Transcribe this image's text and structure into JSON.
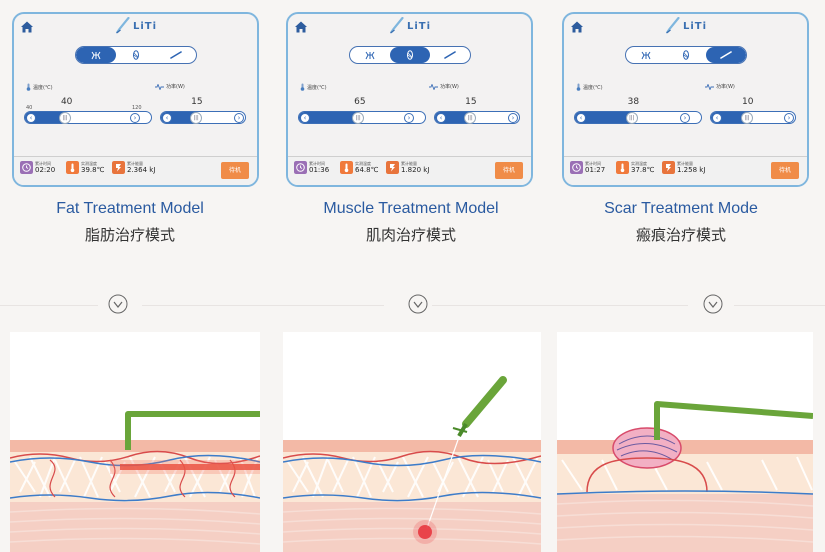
{
  "brand": "LiTi",
  "panels": [
    {
      "active_mode": 0,
      "temp_label": "温度(℃)",
      "power_label": "功率(W)",
      "temp_value": "40",
      "temp_min": "40",
      "temp_max": "120",
      "temp_fill": 0.32,
      "power_value": "15",
      "power_fill": 0.42,
      "time_label": "累计时间",
      "time_value": "02:20",
      "actual_label": "实测温度",
      "actual_value": "39.8℃",
      "energy_label": "累计能量",
      "energy_value": "2.364 kJ",
      "standby": "待机"
    },
    {
      "active_mode": 1,
      "temp_label": "温度(℃)",
      "power_label": "功率(W)",
      "temp_value": "65",
      "temp_fill": 0.47,
      "power_value": "15",
      "power_fill": 0.42,
      "time_label": "累计时间",
      "time_value": "01:36",
      "actual_label": "实测温度",
      "actual_value": "64.8℃",
      "energy_label": "累计能量",
      "energy_value": "1.820 kJ",
      "standby": "待机"
    },
    {
      "active_mode": 2,
      "temp_label": "温度(℃)",
      "power_label": "功率(W)",
      "temp_value": "38",
      "temp_fill": 0.45,
      "power_value": "10",
      "power_fill": 0.43,
      "time_label": "累计时间",
      "time_value": "01:27",
      "actual_label": "实测温度",
      "actual_value": "37.8℃",
      "energy_label": "累计能量",
      "energy_value": "1.258 kJ",
      "standby": "待机"
    }
  ],
  "captions": [
    {
      "en": "Fat Treatment Model",
      "zh": "脂肪治疗模式"
    },
    {
      "en": "Muscle Treatment Model",
      "zh": "肌肉治疗模式"
    },
    {
      "en": "Scar Treatment Mode",
      "zh": "瘢痕治疗模式"
    }
  ],
  "icons": {
    "home": "home-icon",
    "mode_fat": "fat-cell-icon",
    "mode_muscle": "muscle-icon",
    "mode_scar": "blade-icon",
    "timer": "clock-icon",
    "thermo": "thermometer-icon",
    "energy": "energy-icon"
  },
  "colors": {
    "accent": "#2d64b3",
    "border": "#7fb6de",
    "standby": "#f08c48",
    "timer_icon": "#9a6fb5",
    "thermo_icon": "#f07a3c",
    "energy_icon": "#e8743c",
    "probe": "#6aa53a"
  }
}
